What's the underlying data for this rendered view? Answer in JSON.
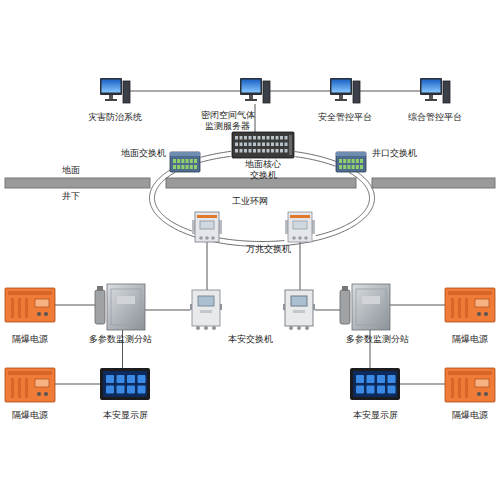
{
  "diagram": {
    "nodes": [
      {
        "text": [
          "灾害防治系统"
        ]
      },
      {
        "text": [
          "密闭空间气体 监测服务器"
        ]
      },
      {
        "text": [
          "安全管控平台"
        ]
      },
      {
        "text": [
          "综合管控平台"
        ]
      },
      {
        "text": [
          "地面交换机"
        ]
      },
      {
        "text": [
          "地面核心 交换机"
        ]
      },
      {
        "text": [
          "井口交换机"
        ]
      },
      {
        "text": [
          "万兆交换机"
        ]
      },
      {
        "text": [
          "本安交换机"
        ]
      },
      {
        "text": [
          "隔爆电源"
        ]
      },
      {
        "text": [
          "多参数监测分站"
        ]
      },
      {
        "text": [
          "多参数监测分站"
        ]
      },
      {
        "text": [
          "隔爆电源"
        ]
      },
      {
        "text": [
          "隔爆电源"
        ]
      },
      {
        "text": [
          "本安显示屏"
        ]
      },
      {
        "text": [
          "本安显示屏"
        ]
      },
      {
        "text": [
          "隔爆电源"
        ]
      }
    ],
    "edges": [
      {
        "from": 0,
        "to": 1,
        "arrow": "none"
      },
      {
        "from": 1,
        "to": 2,
        "arrow": "none"
      },
      {
        "from": 2,
        "to": 3,
        "arrow": "none"
      },
      {
        "from": 1,
        "to": 5,
        "arrow": "none"
      },
      {
        "from": 4,
        "to": 5,
        "arrow": "none"
      },
      {
        "from": 5,
        "to": 6,
        "arrow": "none"
      },
      {
        "from": 6,
        "to": 7,
        "arrow": "none"
      },
      {
        "from": 7,
        "to": 4,
        "arrow": "none"
      },
      {
        "from": 9,
        "to": 10,
        "arrow": "none"
      },
      {
        "from": 10,
        "to": 8,
        "arrow": "none"
      },
      {
        "from": 10,
        "to": 14,
        "arrow": "none"
      },
      {
        "from": 13,
        "to": 14,
        "arrow": "none"
      },
      {
        "from": 11,
        "to": 12,
        "arrow": "none"
      },
      {
        "from": 11,
        "to": 15,
        "arrow": "none"
      },
      {
        "from": 15,
        "to": 16,
        "arrow": "none"
      }
    ],
    "labels": [
      "地面",
      "井下",
      "工业环网"
    ]
  }
}
